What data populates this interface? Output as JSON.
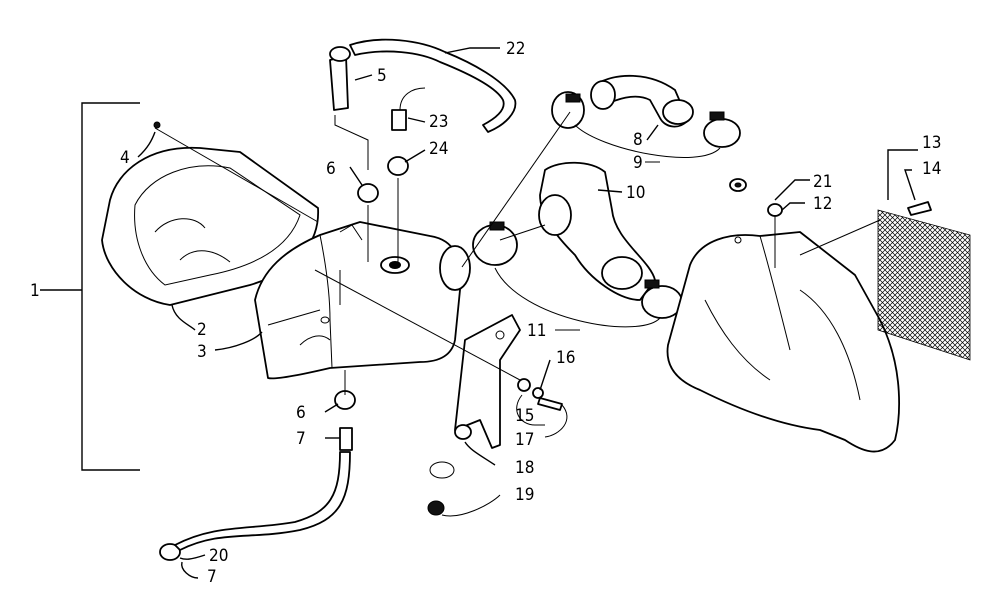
{
  "callouts": {
    "c1": "1",
    "c2": "2",
    "c3": "3",
    "c4": "4",
    "c5": "5",
    "c6a": "6",
    "c6b": "6",
    "c7a": "7",
    "c7b": "7",
    "c8": "8",
    "c9": "9",
    "c10": "10",
    "c11": "11",
    "c12": "12",
    "c13": "13",
    "c14": "14",
    "c15": "15",
    "c16": "16",
    "c17": "17",
    "c18": "18",
    "c19": "19",
    "c20": "20",
    "c21": "21",
    "c22": "22",
    "c23": "23",
    "c24": "24"
  }
}
